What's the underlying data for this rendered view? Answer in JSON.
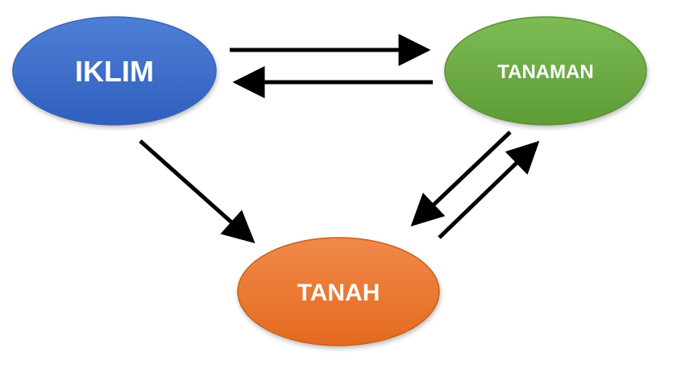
{
  "nodes": {
    "iklim": {
      "label": "IKLIM",
      "color": "#4472C4"
    },
    "tanaman": {
      "label": "TANAMAN",
      "color": "#70AD47"
    },
    "tanah": {
      "label": "TANAH",
      "color": "#ED7D31"
    }
  },
  "edges": [
    {
      "from": "IKLIM",
      "to": "TANAMAN"
    },
    {
      "from": "TANAMAN",
      "to": "IKLIM"
    },
    {
      "from": "IKLIM",
      "to": "TANAH"
    },
    {
      "from": "TANAMAN",
      "to": "TANAH"
    },
    {
      "from": "TANAH",
      "to": "TANAMAN"
    }
  ]
}
